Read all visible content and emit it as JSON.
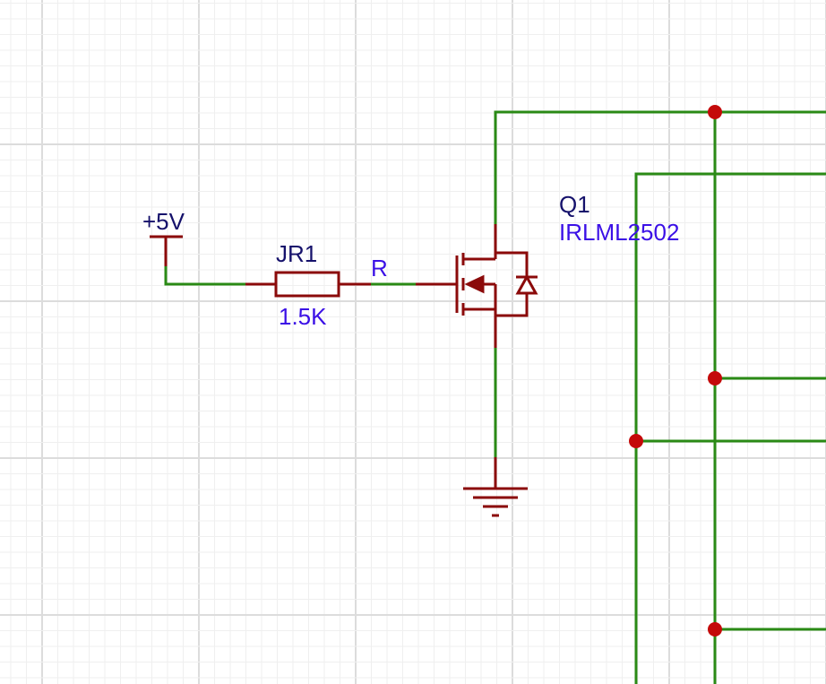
{
  "power_label": "+5V",
  "resistor": {
    "designator": "JR1",
    "value": "1.5K"
  },
  "net_label": "R",
  "mosfet": {
    "designator": "Q1",
    "part_number": "IRLML2502"
  },
  "colors": {
    "wire": "#2a8a15",
    "component": "#8b0a0a",
    "junction": "#c40a0a",
    "designator_text": "#15116b",
    "value_text": "#3b10e6",
    "grid_minor": "#efefef",
    "grid_major": "#dcdcdc",
    "background": "#ffffff"
  }
}
